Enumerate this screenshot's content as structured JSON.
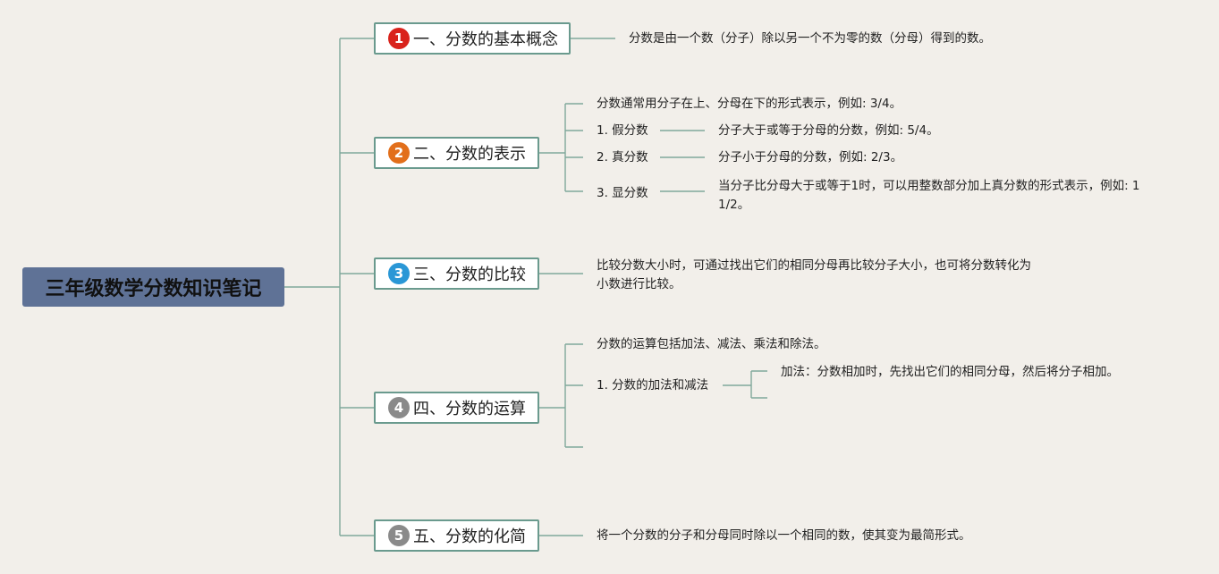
{
  "root": {
    "title": "三年级数学分数知识笔记"
  },
  "colors": {
    "line": "#7fa89b",
    "root_bg": "#5f7296",
    "badge1": "#d9231c",
    "badge2": "#e26f1b",
    "badge3": "#2a97d6",
    "badge4": "#8a8a8a",
    "badge5": "#8a8a8a"
  },
  "topics": [
    {
      "number": "1",
      "label": "一、分数的基本概念",
      "notes": [
        "分数是由一个数（分子）除以另一个不为零的数（分母）得到的数。"
      ]
    },
    {
      "number": "2",
      "label": "二、分数的表示",
      "notes": [
        "分数通常用分子在上、分母在下的形式表示，例如: 3/4。"
      ],
      "subs": [
        {
          "label": "1. 假分数",
          "detail": "分子大于或等于分母的分数，例如: 5/4。"
        },
        {
          "label": "2. 真分数",
          "detail": "分子小于分母的分数，例如: 2/3。"
        },
        {
          "label": "3. 显分数",
          "detail": "当分子比分母大于或等于1时，可以用整数部分加上真分数的形式表示，例如: 1 1/2。"
        }
      ]
    },
    {
      "number": "3",
      "label": "三、分数的比较",
      "notes": [
        "比较分数大小时，可通过找出它们的相同分母再比较分子大小，也可将分数转化为小数进行比较。"
      ]
    },
    {
      "number": "4",
      "label": "四、分数的运算",
      "notes": [
        "分数的运算包括加法、减法、乘法和除法。"
      ],
      "subs": [
        {
          "label": "1. 分数的加法和减法",
          "detail": "加法：分数相加时，先找出它们的相同分母，然后将分子相加。"
        }
      ]
    },
    {
      "number": "5",
      "label": "五、分数的化简",
      "notes": [
        "将一个分数的分子和分母同时除以一个相同的数，使其变为最简形式。"
      ]
    }
  ]
}
